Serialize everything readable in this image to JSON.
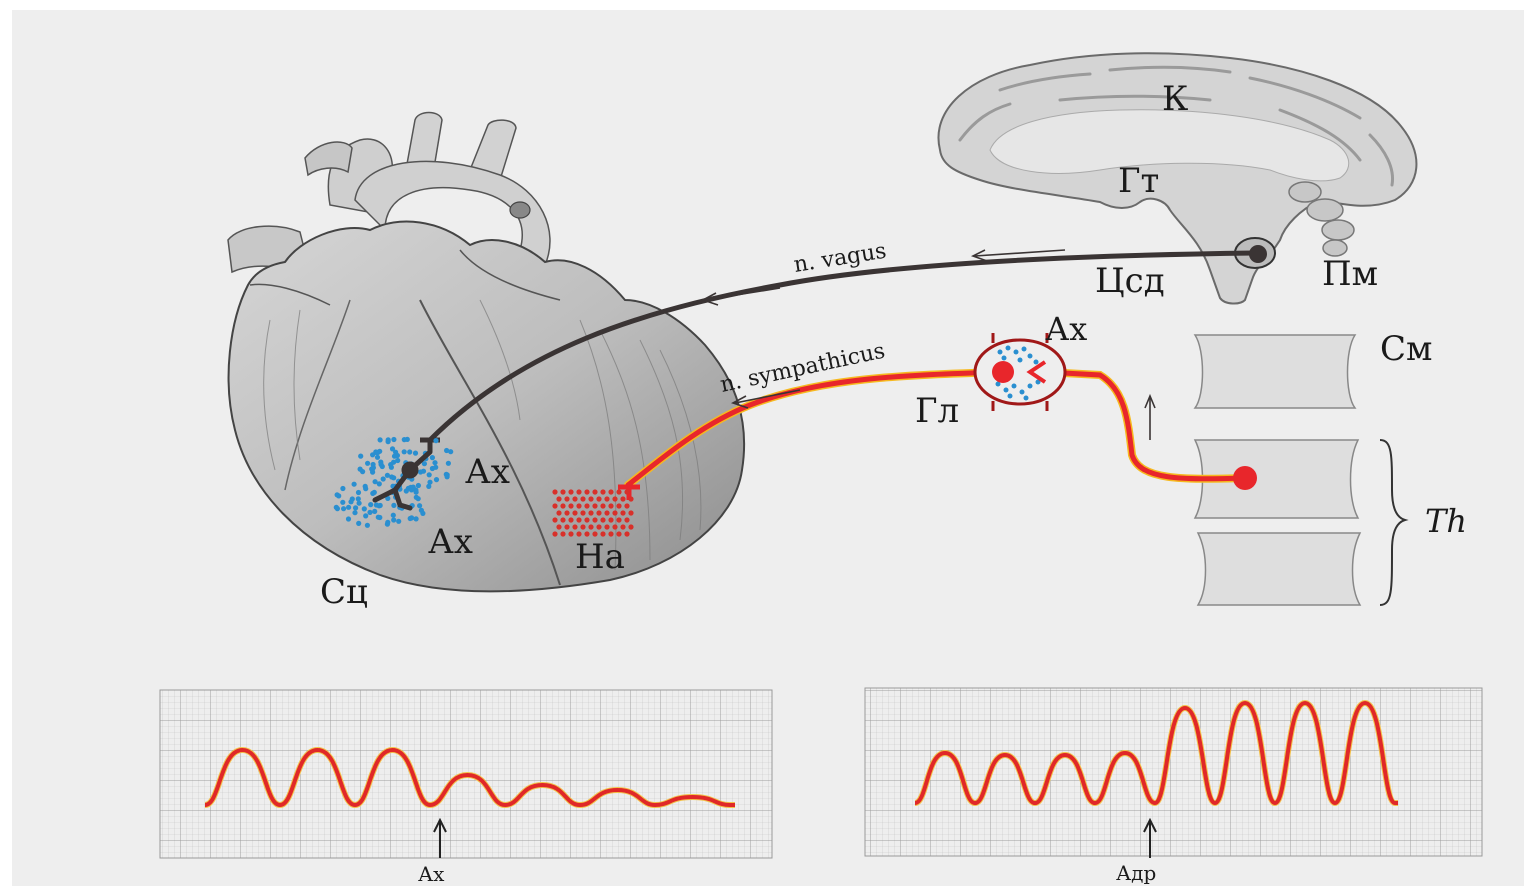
{
  "labels": {
    "cortex": "К",
    "hypothalamus": "Гт",
    "cardio_center": "Цсд",
    "medulla": "Пм",
    "spinal_cord": "См",
    "ganglion": "Гл",
    "ganglion_mediator": "Ах",
    "vagus_mediator_upper": "Ах",
    "vagus_mediator_lower": "Ах",
    "noradrenaline": "На",
    "cardiac_plexus": "Сц",
    "thoracic": "Th",
    "vagus_nerve": "n. vagus",
    "sympathetic_nerve": "n. sympathicus",
    "trace_left_marker": "Ах",
    "trace_right_marker": "Адр"
  },
  "colors": {
    "background": "#ffffff",
    "panel": "#eeeeee",
    "vagus": "#3a3434",
    "sympathetic": "#e8262b",
    "acetylcholine_dots": "#2a8fd0",
    "noradrenaline_dots": "#d8302a",
    "trace": "#e02828",
    "grid": "#b9b9b9"
  }
}
